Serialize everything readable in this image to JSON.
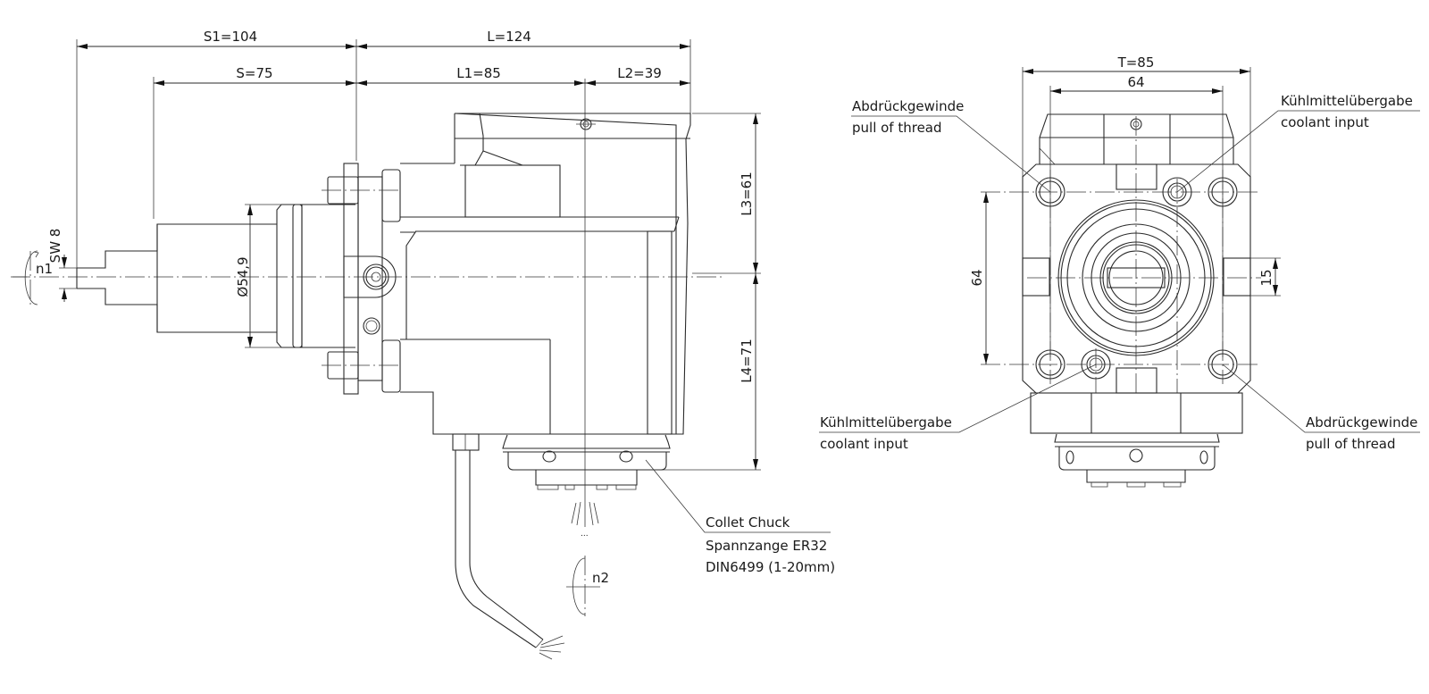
{
  "drawing": {
    "title": "Driven tool holder technical drawing",
    "side_view": {
      "dimensions": {
        "s1": "S1=104",
        "s": "S=75",
        "l": "L=124",
        "l1": "L1=85",
        "l2": "L2=39",
        "l3": "L3=61",
        "l4": "L4=71",
        "diameter": "Ø54,9",
        "sw": "SW 8"
      },
      "rotation_labels": {
        "n1": "n1",
        "n2": "n2"
      },
      "callout_collet": {
        "line1": "Collet Chuck",
        "line2": "Spannzange ER32",
        "line3": "DIN6499 (1-20mm)"
      }
    },
    "front_view": {
      "dimensions": {
        "t": "T=85",
        "width_64": "64",
        "height_64": "64",
        "slot_15": "15"
      },
      "callouts": [
        {
          "line1": "Abdrückgewinde",
          "line2": "pull of thread",
          "position": "top-left"
        },
        {
          "line1": "Kühlmittelübergabe",
          "line2": "coolant input",
          "position": "top-right"
        },
        {
          "line1": "Kühlmittelübergabe",
          "line2": "coolant input",
          "position": "bottom-left"
        },
        {
          "line1": "Abdrückgewinde",
          "line2": "pull of thread",
          "position": "bottom-right"
        }
      ]
    }
  }
}
